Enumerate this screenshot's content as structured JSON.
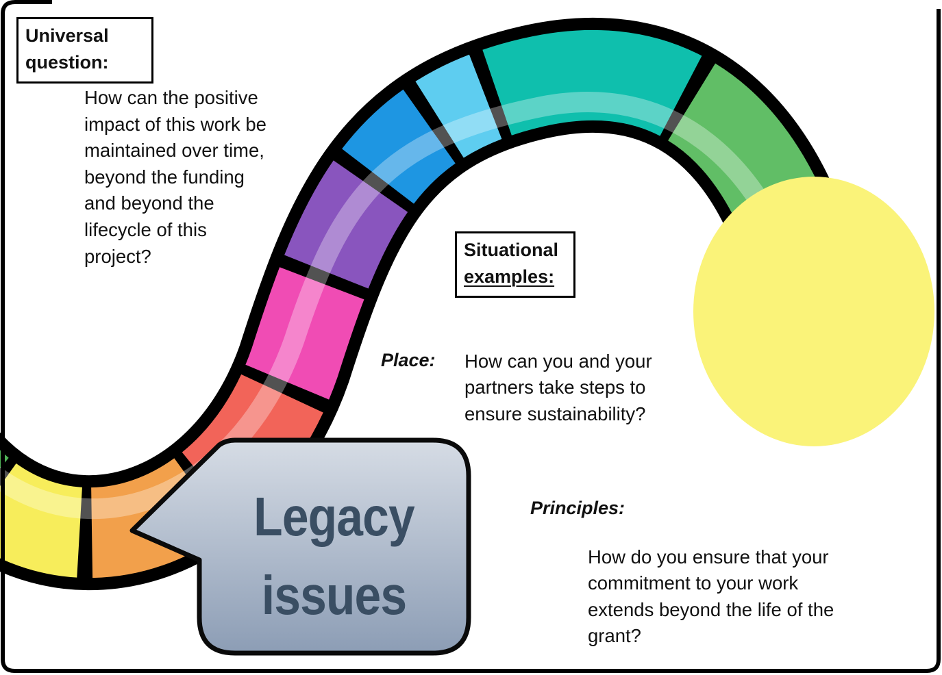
{
  "universal": {
    "box_label": "Universal\nquestion:",
    "question": "How can the positive\nimpact of this work be\nmaintained over time,\nbeyond the funding\nand beyond the\nlifecycle of this\nproject?"
  },
  "situational": {
    "box_line1": "Situational",
    "box_line2": "examples:",
    "place_label": "Place:",
    "place_question": "How can you and your\npartners take steps to\nensure sustainability?",
    "principles_label": "Principles:",
    "principles_question": "How do you ensure that your\ncommitment to your work\nextends beyond the life of the\ngrant?"
  },
  "bubble": {
    "line1": "Legacy",
    "line2": "issues",
    "fill_top": "#D6DCE5",
    "fill_bottom": "#8C9DB5",
    "text_color": "#3A4E63",
    "border_color": "#0a0a0a"
  },
  "track": {
    "segment_colors": [
      "#4FB457",
      "#F7ED5B",
      "#F2A04B",
      "#F26459",
      "#F04CB4",
      "#8955BE",
      "#1E96E2",
      "#5ECDF0",
      "#0FBFAD",
      "#61BE66"
    ],
    "outline_color": "#000000",
    "end_circle_color": "#FAF379"
  },
  "frame": {
    "border_color": "#000000",
    "background": "#FFFFFF"
  }
}
